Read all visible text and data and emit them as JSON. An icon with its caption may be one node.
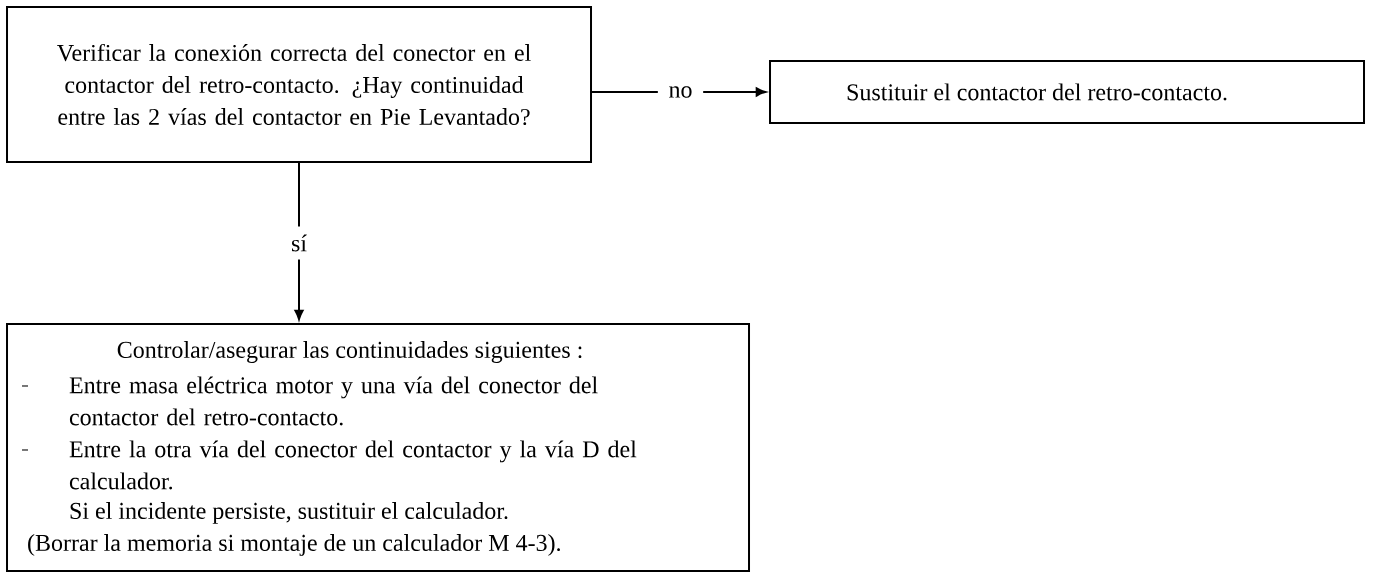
{
  "diagram": {
    "nodes": [
      {
        "text": [
          "Verificar la conexión correcta del conector en el contactor del retro-contacto. ¿Hay continuidad entre las 2 vías del contactor en Pie Levantado?"
        ]
      },
      {
        "text": [
          "Sustituir el contactor del retro-contacto."
        ]
      },
      {
        "text": [
          "Controlar/asegurar las continuidades siguientes :",
          "Entre masa eléctrica motor y una vía del conector del contactor del retro-contacto.",
          "Entre la otra vía del conector del contactor y la vía D del calculador.",
          "Si el incidente persiste, sustituir el calculador.",
          "(Borrar la memoria si montaje de un calculador M 4-3)."
        ]
      }
    ],
    "edges": [
      {
        "from": 0,
        "to": 1,
        "arrow": "to",
        "label": "no"
      },
      {
        "from": 0,
        "to": 2,
        "arrow": "to",
        "label": "sí"
      }
    ]
  }
}
